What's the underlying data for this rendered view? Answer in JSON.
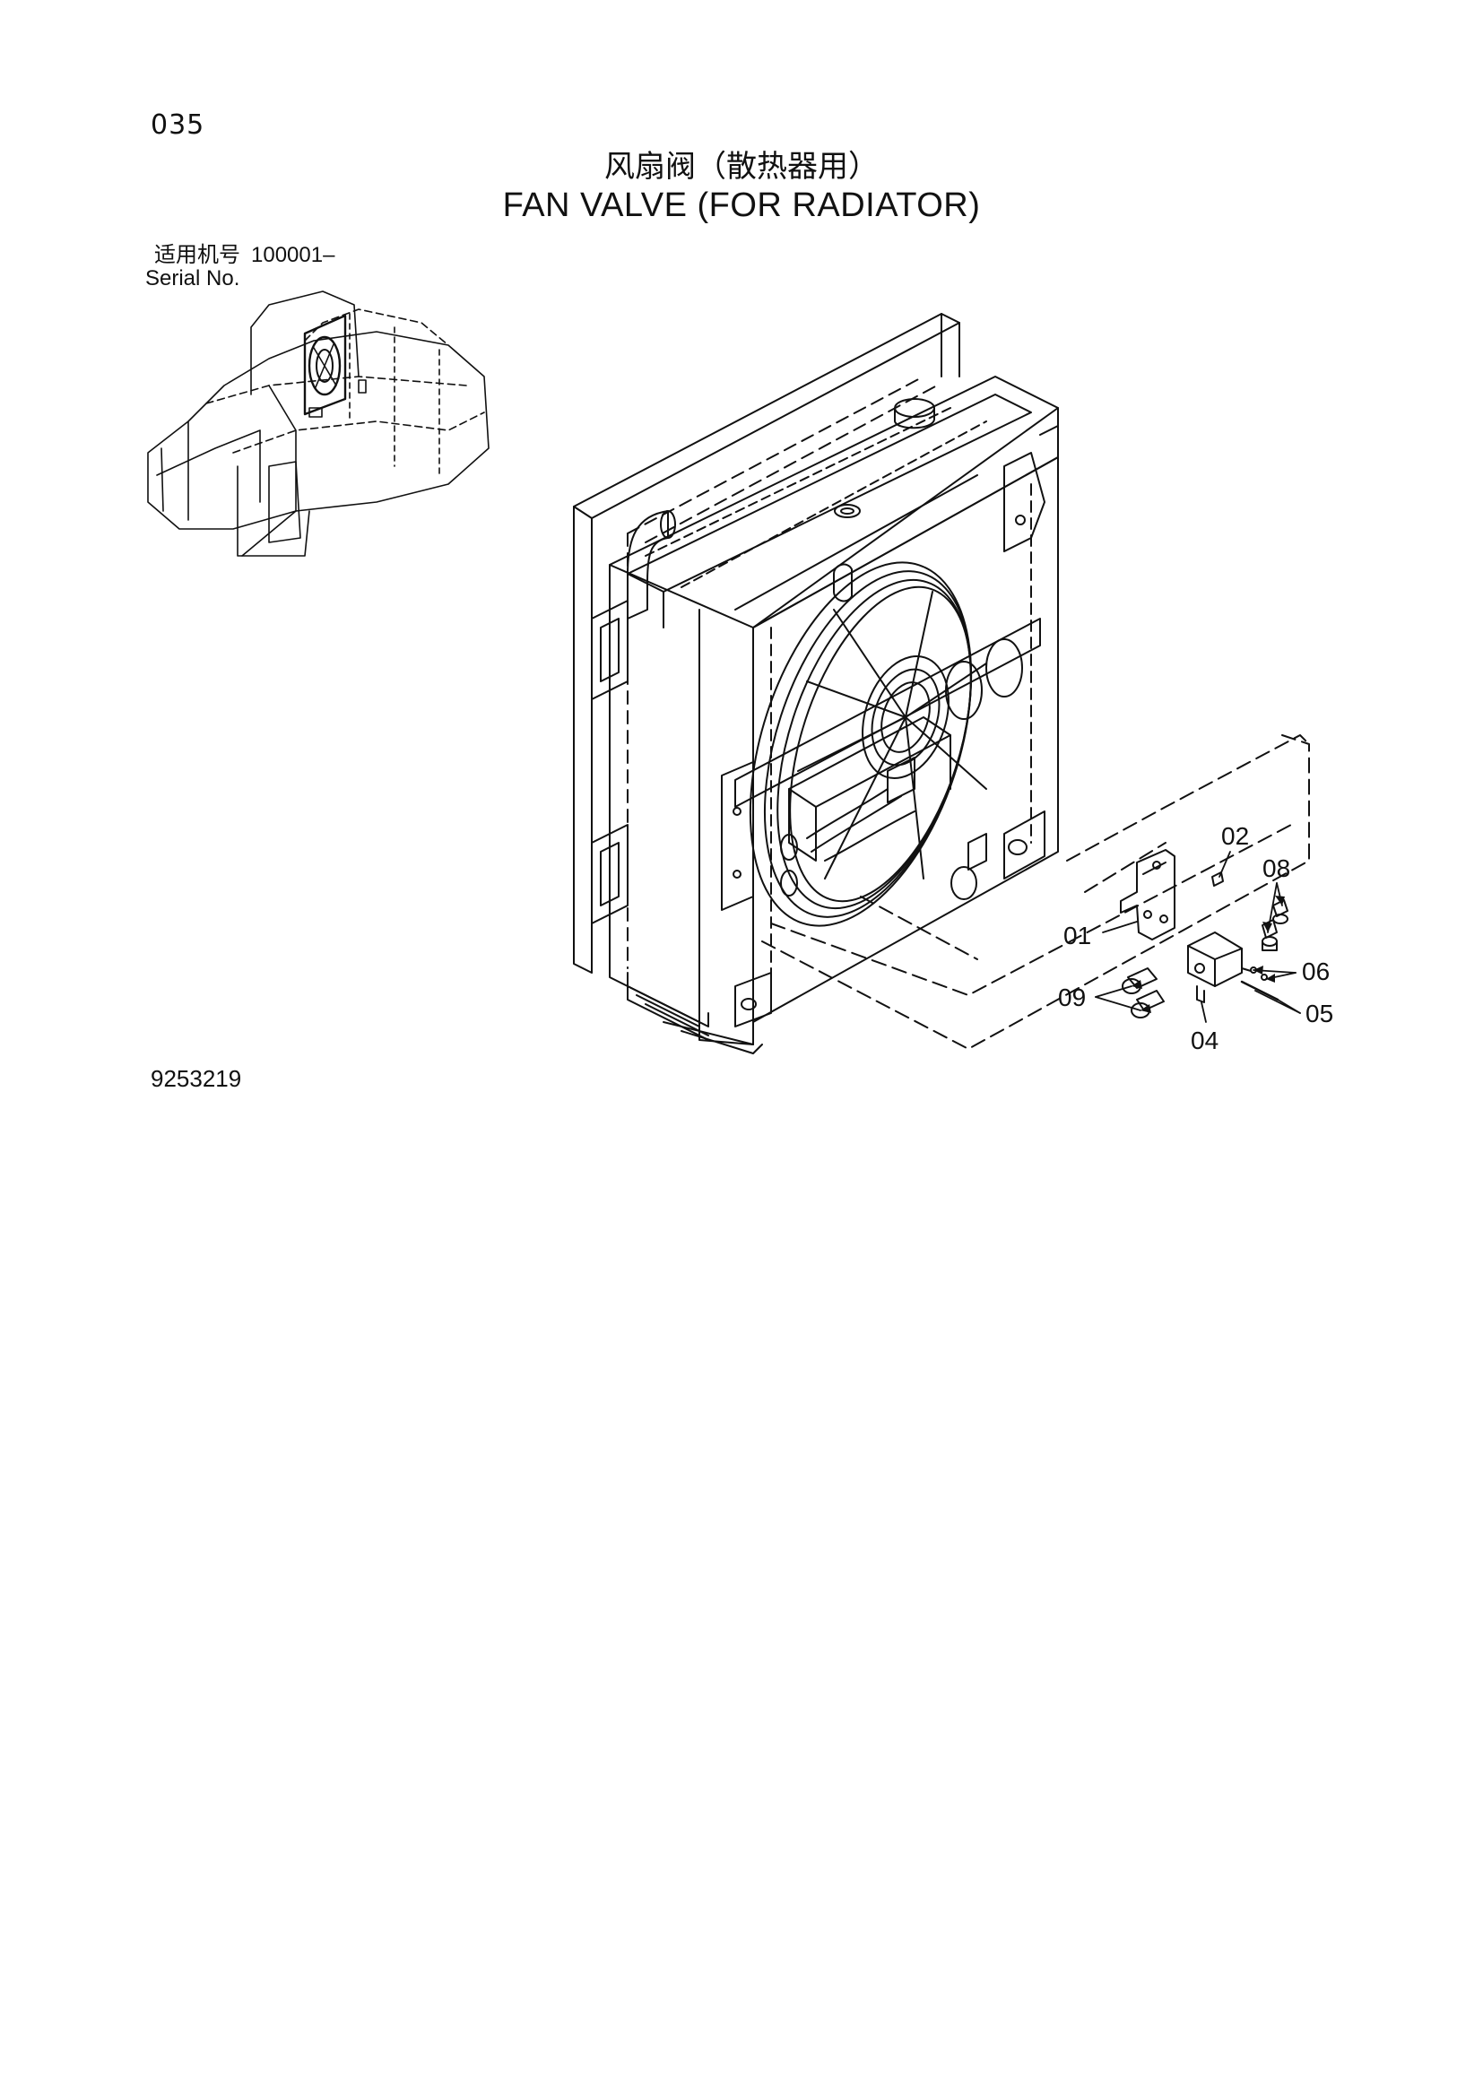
{
  "page": {
    "number": "035",
    "title_cn": "风扇阀（散热器用）",
    "title_en": "FAN VALVE (FOR RADIATOR)",
    "serial_label_cn": "适用机号",
    "serial_number": "100001–",
    "serial_label_en": "Serial No.",
    "drawing_id": "9253219"
  },
  "callouts": [
    {
      "id": "c01",
      "label": "01"
    },
    {
      "id": "c02",
      "label": "02"
    },
    {
      "id": "c04",
      "label": "04"
    },
    {
      "id": "c05",
      "label": "05"
    },
    {
      "id": "c06",
      "label": "06"
    },
    {
      "id": "c08",
      "label": "08"
    },
    {
      "id": "c09",
      "label": "09"
    }
  ],
  "colors": {
    "ink": "#111111",
    "background": "#ffffff"
  }
}
